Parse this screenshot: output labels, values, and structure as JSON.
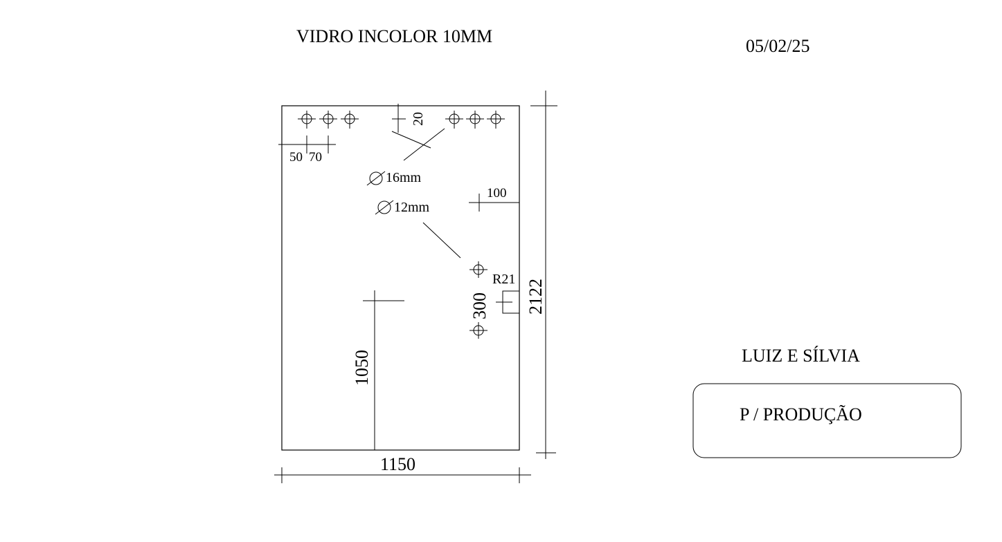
{
  "header": {
    "title": "VIDRO INCOLOR 10MM",
    "date": "05/02/25"
  },
  "client": {
    "name": "LUIZ E SÍLVIA",
    "status_box": "P / PRODUÇÃO"
  },
  "drawing": {
    "width_dim": "1150",
    "height_dim": "2122",
    "handle_height_dim": "1050",
    "hinge_spacing_dim": "300",
    "top_offset_dim": "20",
    "left_offset_1": "50",
    "left_offset_2": "70",
    "side_offset_dim": "100",
    "notch_radius": "R21",
    "hole_large": "16mm",
    "hole_small": "12mm",
    "diameter_symbol": "diameter-icon"
  },
  "colors": {
    "line": "#000000",
    "background": "#ffffff"
  }
}
